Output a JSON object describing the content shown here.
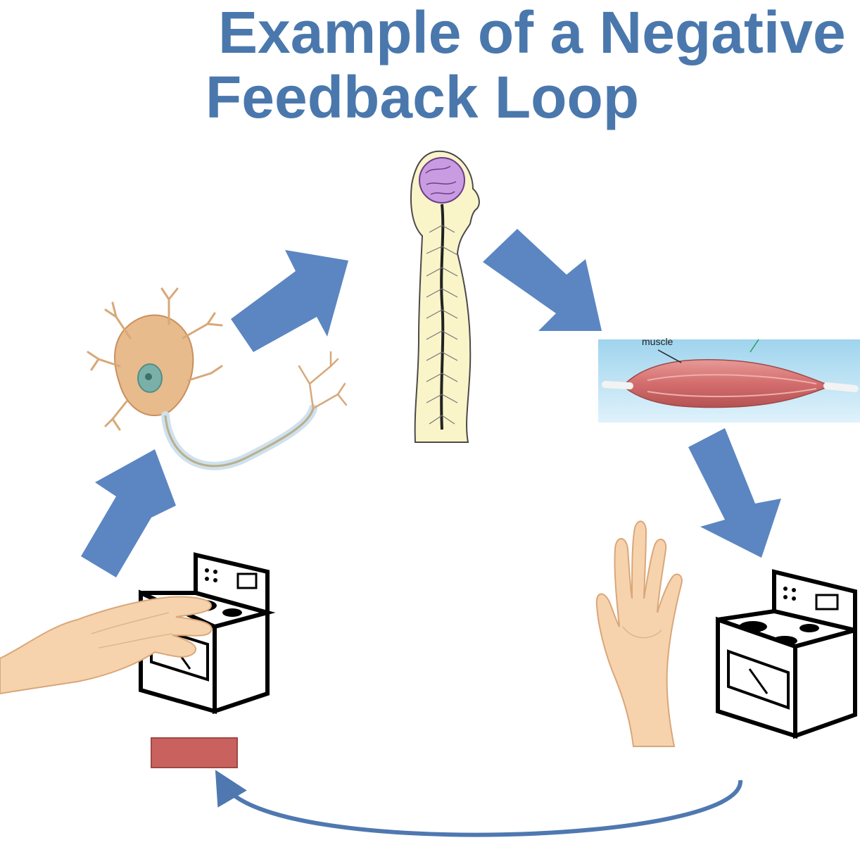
{
  "title": {
    "line1": "Example of a Negative",
    "line2": "Feedback Loop"
  },
  "labels": {
    "muscle": "muscle"
  },
  "colors": {
    "title": "#4a78ad",
    "arrow": "#5b86c2",
    "curve_arrow": "#4f78b0",
    "brain": "#c99be0",
    "body": "#faf4c9",
    "neuron": "#e8bb8c",
    "nucleus": "#7bb0a8",
    "muscle": "#d46d6d",
    "muscle_bg": "#bfe3f4",
    "rect": "#c9625e",
    "skin": "#f6d3ad"
  },
  "icons": [
    "sensory-neuron-icon",
    "brain-spinal-cord-icon",
    "muscle-icon",
    "stove-hot-icon",
    "stove-icon",
    "hand-on-stove-icon",
    "raised-hand-icon",
    "stimulus-bar-icon"
  ]
}
